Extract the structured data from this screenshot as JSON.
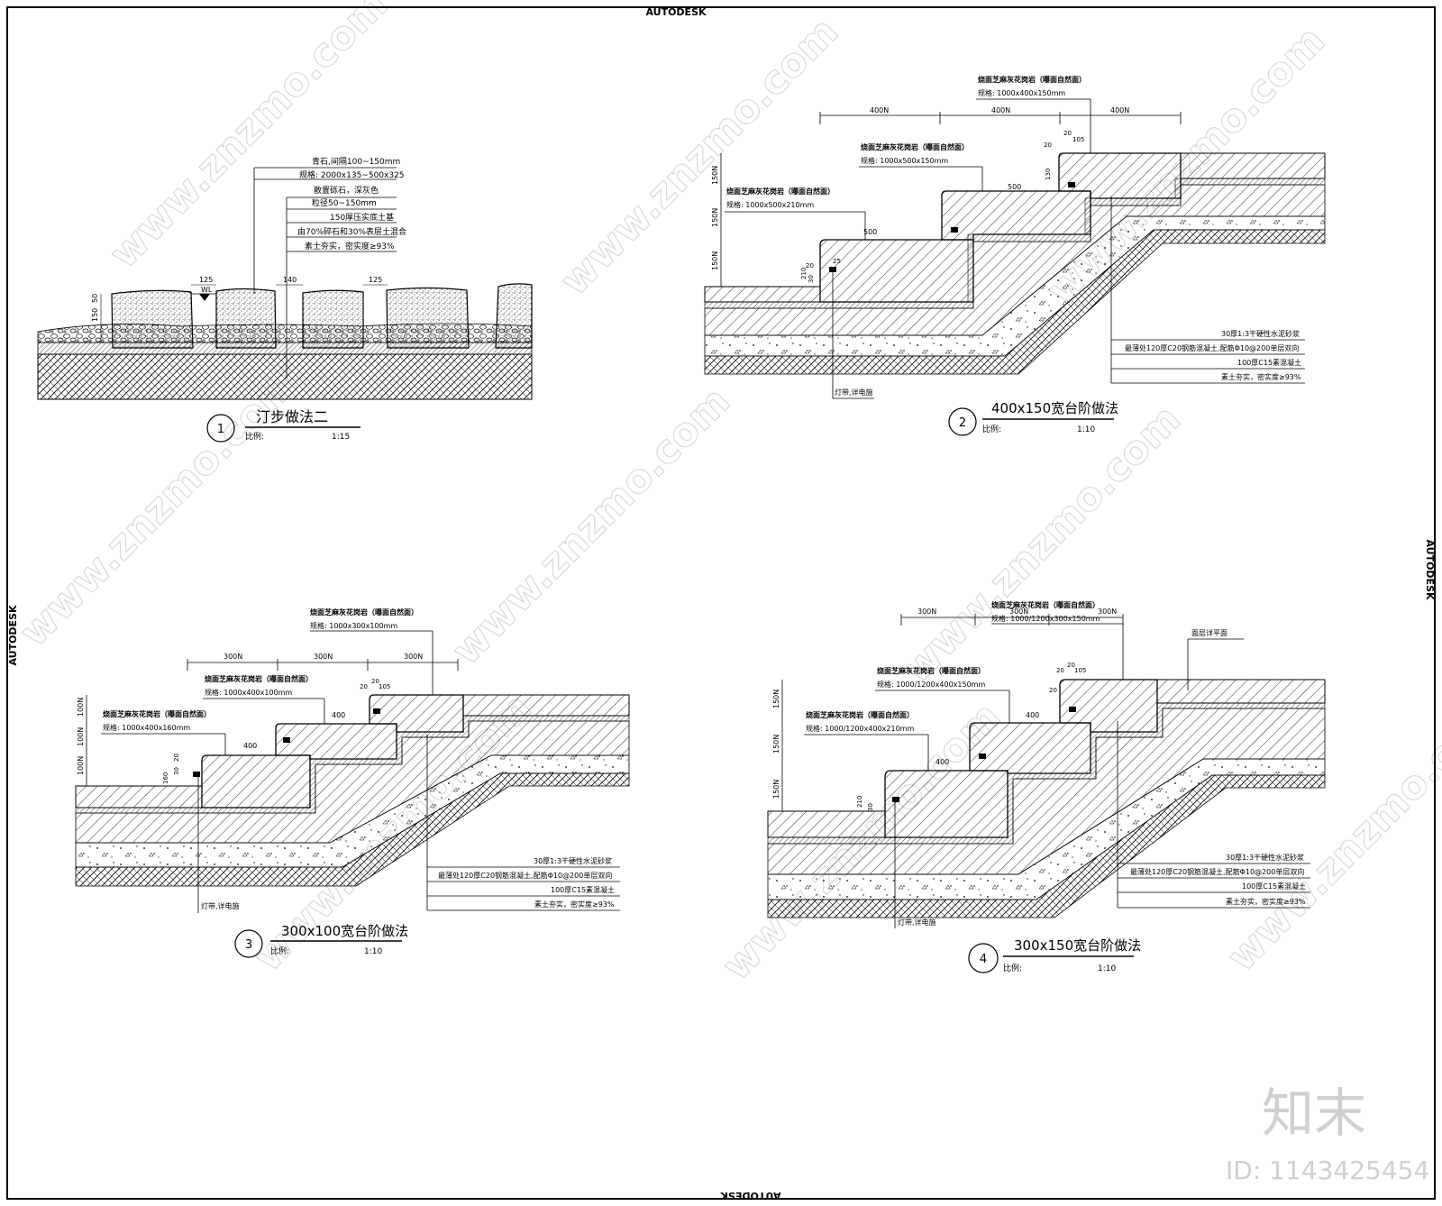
{
  "border": {
    "top": "AUTODESK",
    "bottom": "AUTODESK",
    "left": "AUTODESK",
    "right": "AUTODESK"
  },
  "watermark": {
    "text": "www.znzmo.com",
    "brand": "知末",
    "id": "ID: 1143425454"
  },
  "details": [
    {
      "number": "1",
      "title": "汀步做法二",
      "scale_label": "比例:",
      "scale": "1:15",
      "layers": [
        "青石,间隔100~150mm",
        "规格: 2000x135~500x325",
        "散置砾石，深灰色",
        "粒径50~150mm",
        "150厚压实底土基",
        "由70%碎石和30%表层土混合",
        "素土夯实，密实度≥93%"
      ],
      "dims": [
        "125",
        "140",
        "125",
        "150",
        "50"
      ],
      "wl": "WL"
    },
    {
      "number": "2",
      "title": "400x150宽台阶做法",
      "scale_label": "比例:",
      "scale": "1:10",
      "stone_top": {
        "name": "烧面芝麻灰花岗岩（曝面自然面）",
        "spec": "规格: 1000x400x150mm"
      },
      "stone_mid": {
        "name": "烧面芝麻灰花岗岩（曝面自然面）",
        "spec": "规格: 1000x500x150mm"
      },
      "stone_low": {
        "name": "烧面芝麻灰花岗岩（曝面自然面）",
        "spec": "规格: 1000x500x210mm"
      },
      "dims_top": [
        "400N",
        "400N",
        "400N"
      ],
      "dims_side": [
        "150N",
        "150N",
        "150N"
      ],
      "tread": [
        "500",
        "500"
      ],
      "small_dims": [
        "210",
        "30",
        "20",
        "25",
        "130",
        "20",
        "20",
        "105"
      ],
      "layers": [
        "30厚1:3干硬性水泥砂浆",
        "最薄处120厚C20钢筋混凝土,配筋Φ10@200单层双向",
        "100厚C15素混凝土",
        "素土夯实，密实度≥93%"
      ],
      "light": "灯带,详电施"
    },
    {
      "number": "3",
      "title": "300x100宽台阶做法",
      "scale_label": "比例:",
      "scale": "1:10",
      "stone_top": {
        "name": "烧面芝麻灰花岗岩（曝面自然面）",
        "spec": "规格: 1000x300x100mm"
      },
      "stone_mid": {
        "name": "烧面芝麻灰花岗岩（曝面自然面）",
        "spec": "规格: 1000x400x100mm"
      },
      "stone_low": {
        "name": "烧面芝麻灰花岗岩（曝面自然面）",
        "spec": "规格: 1000x400x160mm"
      },
      "dims_top": [
        "300N",
        "300N",
        "300N"
      ],
      "dims_side": [
        "100N",
        "100N",
        "100N"
      ],
      "tread": [
        "400",
        "400"
      ],
      "small_dims": [
        "160",
        "30",
        "20",
        "20",
        "20",
        "105"
      ],
      "layers": [
        "30厚1:3干硬性水泥砂浆",
        "最薄处120厚C20钢筋混凝土,配筋Φ10@200单层双向",
        "100厚C15素混凝土",
        "素土夯实，密实度≥93%"
      ],
      "light": "灯带,详电施"
    },
    {
      "number": "4",
      "title": "300x150宽台阶做法",
      "scale_label": "比例:",
      "scale": "1:10",
      "stone_top": {
        "name": "烧面芝麻灰花岗岩（曝面自然面）",
        "spec": "规格: 1000/1200x300x150mm"
      },
      "stone_mid": {
        "name": "烧面芝麻灰花岗岩（曝面自然面）",
        "spec": "规格: 1000/1200x400x150mm"
      },
      "stone_low": {
        "name": "烧面芝麻灰花岗岩（曝面自然面）",
        "spec": "规格: 1000/1200x400x210mm"
      },
      "dims_top": [
        "300N",
        "300N",
        "300N"
      ],
      "dims_side": [
        "150N",
        "150N",
        "150N"
      ],
      "tread": [
        "400",
        "400"
      ],
      "small_dims": [
        "210",
        "30",
        "20",
        "20",
        "20",
        "105"
      ],
      "surface_note": "面层详平面",
      "layers": [
        "30厚1:3干硬性水泥砂浆",
        "最薄处120厚C20钢筋混凝土,配筋Φ10@200单层双向",
        "100厚C15素混凝土",
        "素土夯实，密实度≥93%"
      ],
      "light": "灯带,详电施"
    }
  ]
}
